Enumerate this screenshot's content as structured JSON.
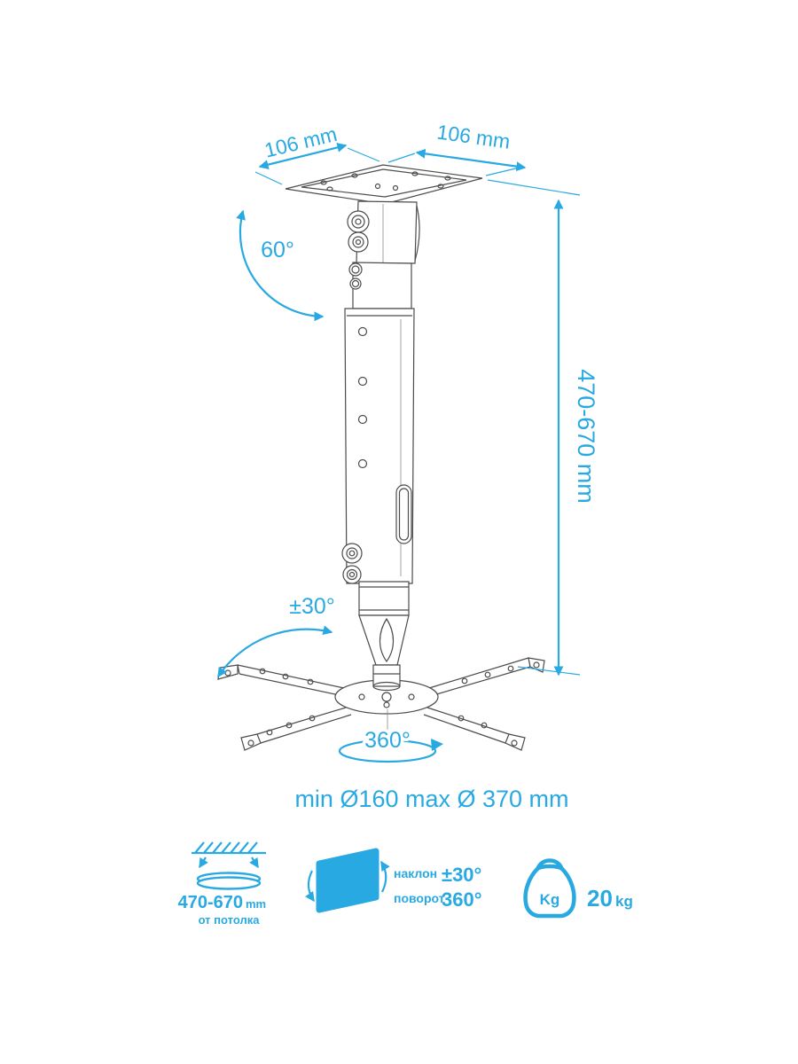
{
  "colors": {
    "accent": "#29a9e1",
    "line": "#4c4c4c"
  },
  "annotations": {
    "plate_width_left": "106 mm",
    "plate_width_right": "106 mm",
    "tilt_range_top": "60°",
    "height_range": "470-670 mm",
    "tilt_range_bottom": "±30°",
    "rotation_range": "360°",
    "diameter_note": "min Ø160 max Ø 370 mm"
  },
  "legend": {
    "ceiling_distance": {
      "value": "470-670",
      "unit": "mm",
      "caption": "от потолка"
    },
    "adjustment": {
      "tilt_label": "наклон",
      "tilt_value": "±30°",
      "swivel_label": "поворот",
      "swivel_value": "360°"
    },
    "max_load": {
      "badge": "Kg",
      "value": "20",
      "unit": "kg"
    }
  }
}
